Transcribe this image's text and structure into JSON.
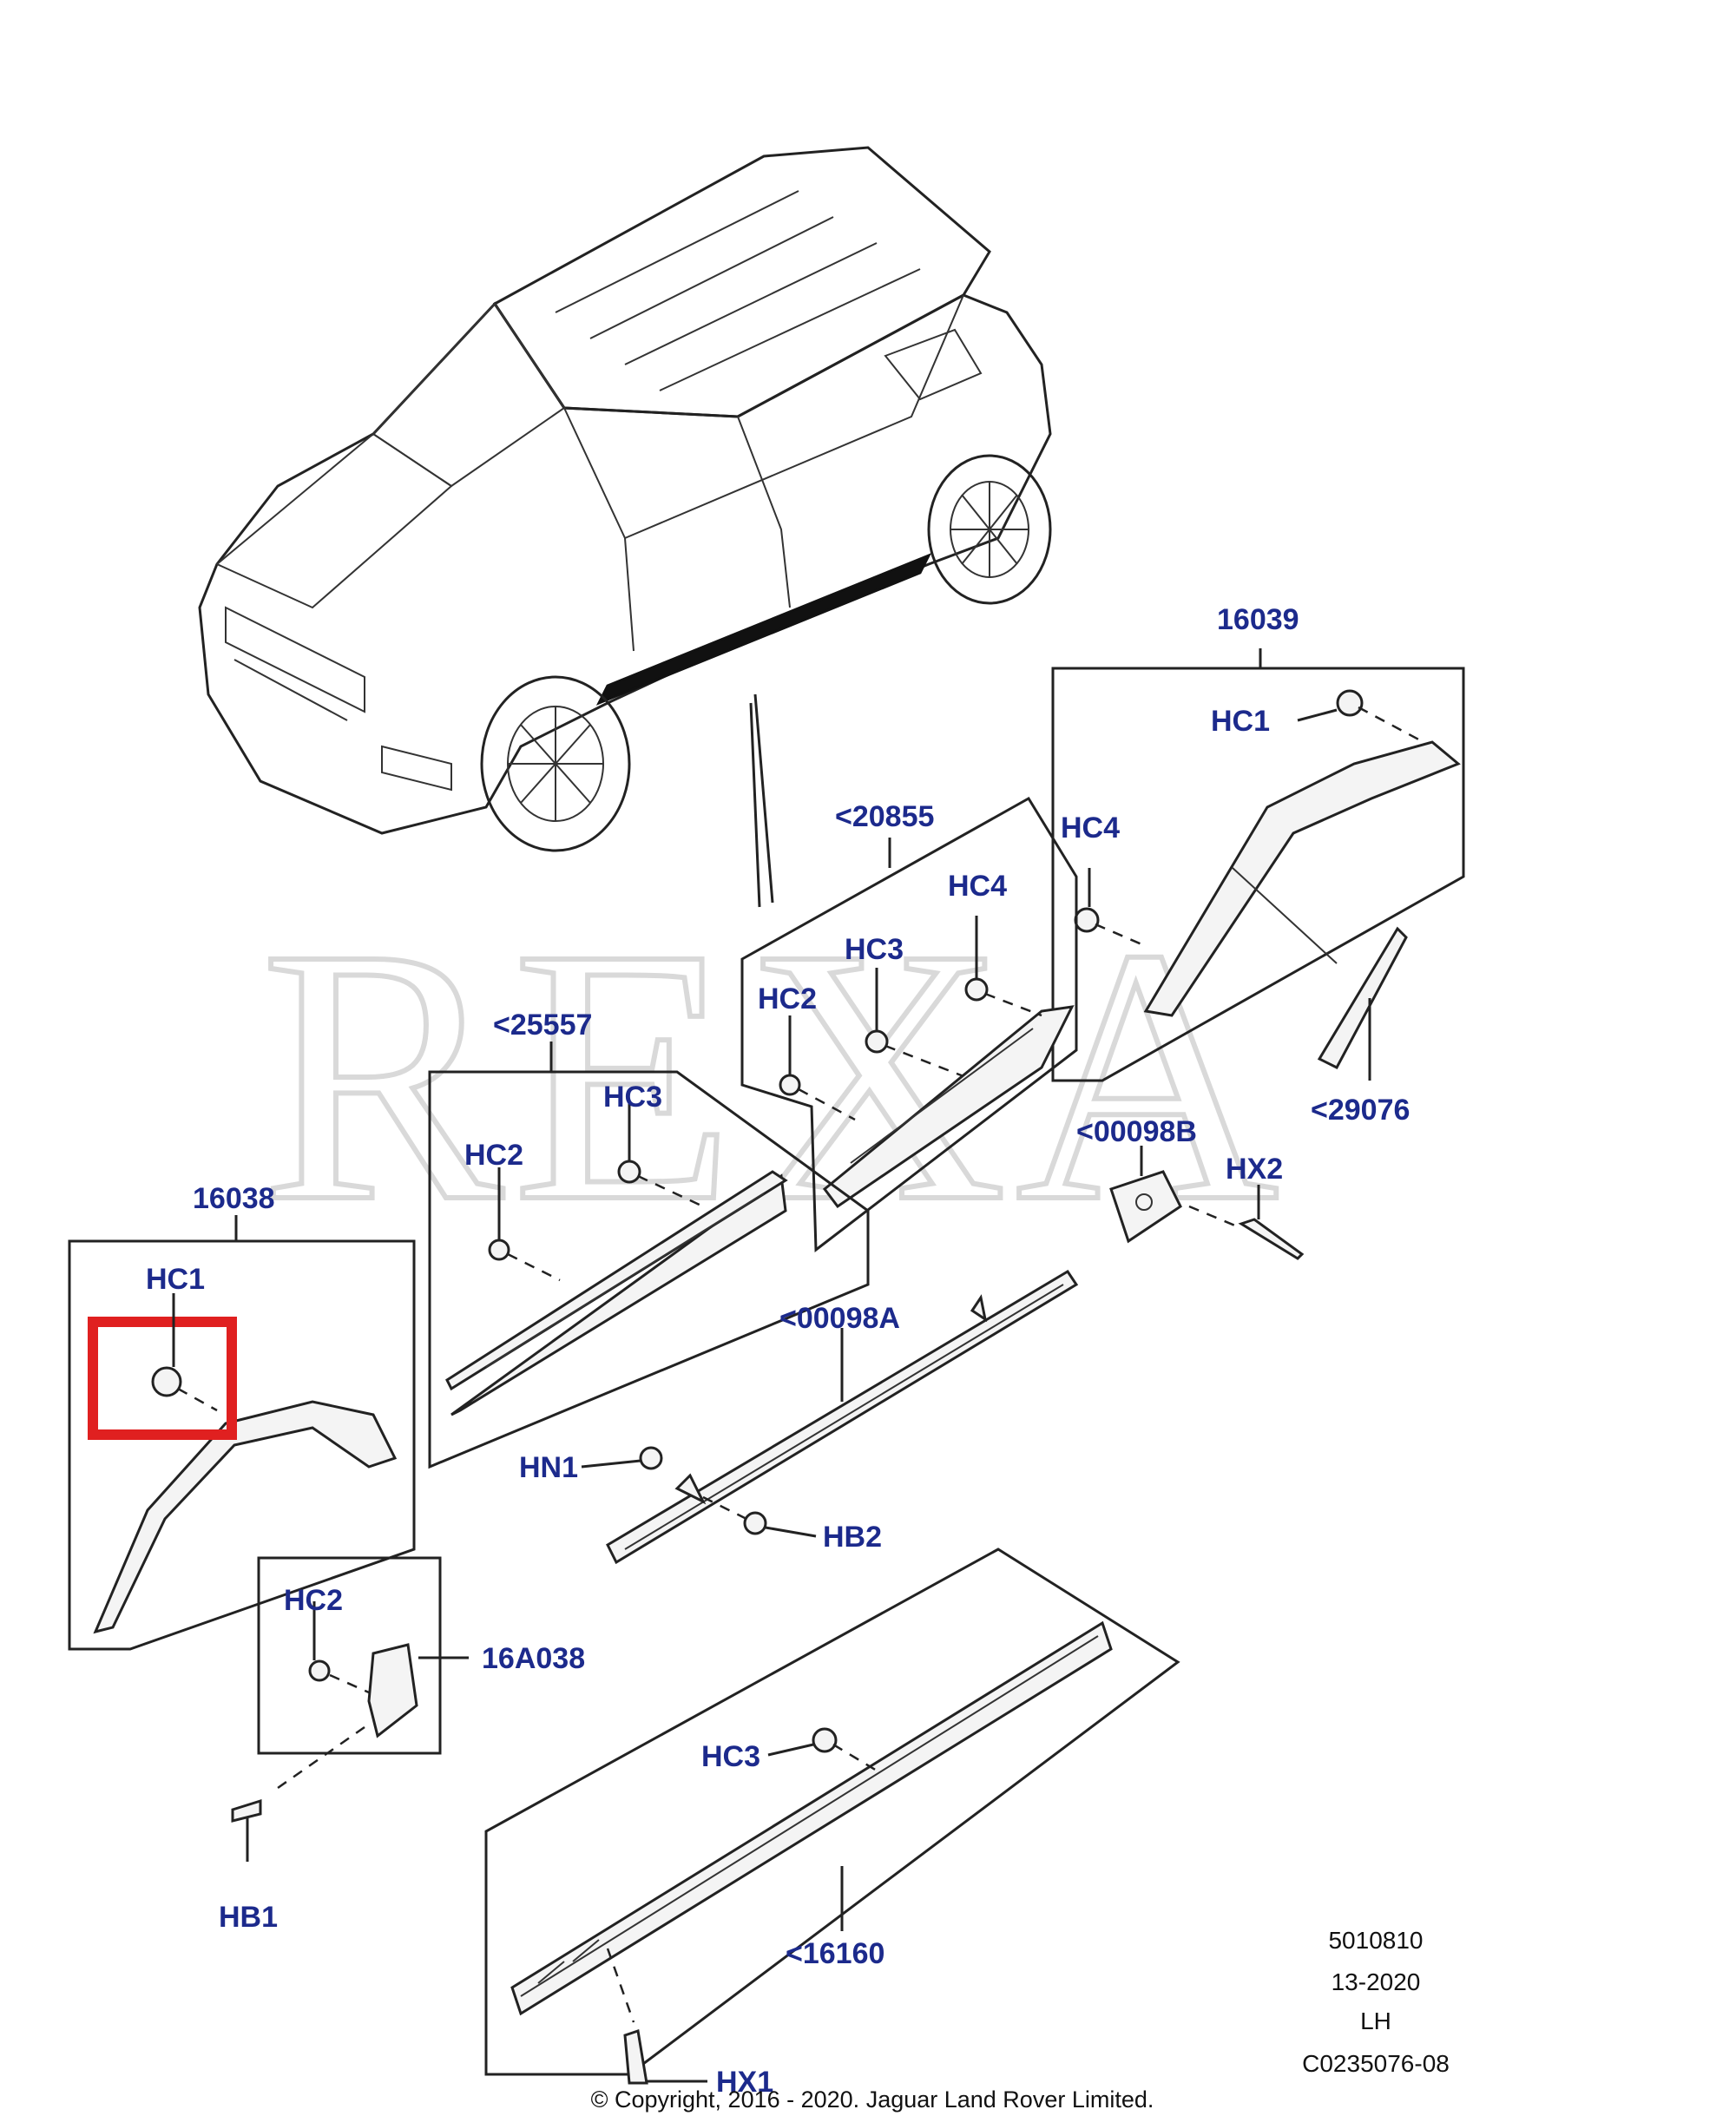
{
  "watermark": "REXA",
  "callouts": {
    "p16039": "16039",
    "hc1_top": "HC1",
    "hc4_right": "HC4",
    "p20855": "<20855",
    "hc4_mid": "HC4",
    "hc3_mid": "HC3",
    "hc2_mid": "HC2",
    "p25557": "<25557",
    "hc3_left": "HC3",
    "hc2_left": "HC2",
    "p29076": "<29076",
    "p00098b": "<00098B",
    "hx2": "HX2",
    "p16038": "16038",
    "hc1_left": "HC1",
    "p00098a": "<00098A",
    "hn1": "HN1",
    "hb2": "HB2",
    "hc2_low": "HC2",
    "p16a038": "16A038",
    "hb1": "HB1",
    "hc3_low": "HC3",
    "p16160": "<16160",
    "hx1": "HX1"
  },
  "meta": {
    "code1": "5010810",
    "code2": "13-2020",
    "side": "LH",
    "code3": "C0235076-08"
  },
  "copyright": "© Copyright, 2016 - 2020. Jaguar Land Rover Limited.",
  "highlight_color": "#e02020",
  "callout_color": "#1c2a8c"
}
